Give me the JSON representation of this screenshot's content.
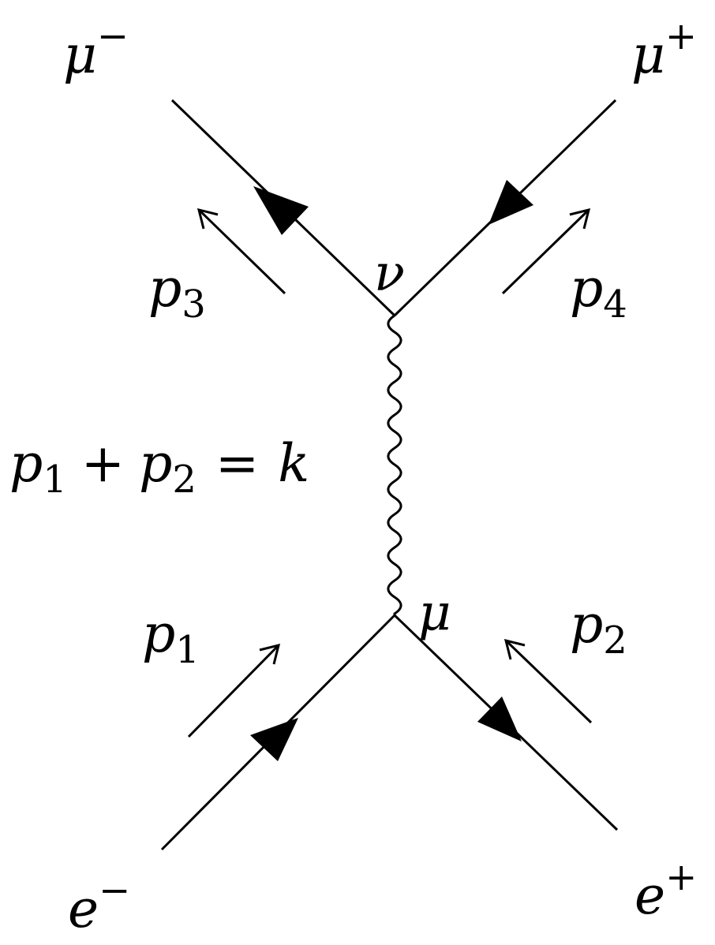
{
  "diagram": {
    "particles": {
      "mu_minus": {
        "symbol": "μ",
        "sup": "−"
      },
      "mu_plus": {
        "symbol": "μ",
        "sup": "+"
      },
      "e_minus": {
        "symbol": "e",
        "sup": "−"
      },
      "e_plus": {
        "symbol": "e",
        "sup": "+"
      }
    },
    "vertices": {
      "top": "ν",
      "bottom": "μ"
    },
    "momenta": {
      "p1": {
        "symbol": "p",
        "sub": "1"
      },
      "p2": {
        "symbol": "p",
        "sub": "2"
      },
      "p3": {
        "symbol": "p",
        "sub": "3"
      },
      "p4": {
        "symbol": "p",
        "sub": "4"
      }
    },
    "propagator_label": {
      "p1": "p",
      "p1_sub": "1",
      "plus": "+",
      "p2": "p",
      "p2_sub": "2",
      "equals": "=",
      "k": "k"
    },
    "colors": {
      "line": "#000000",
      "background": "#ffffff"
    }
  }
}
